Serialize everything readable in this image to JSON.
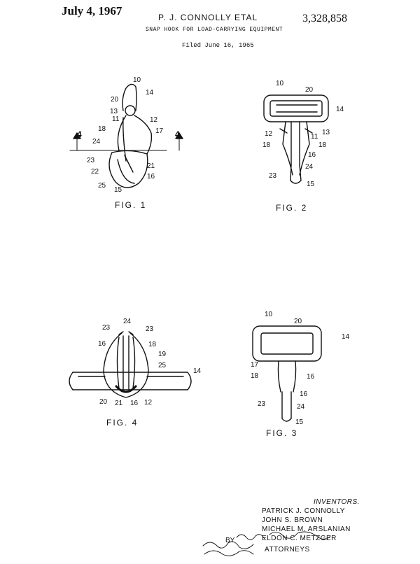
{
  "header": {
    "date": "July 4, 1967",
    "inventor_line": "P. J. CONNOLLY ETAL",
    "patent_number": "3,328,858",
    "title": "SNAP HOOK FOR LOAD-CARRYING EQUIPMENT",
    "filed": "Filed June 16, 1965"
  },
  "figures": {
    "fig1": {
      "label": "FIG. 1",
      "refs": [
        "10",
        "14",
        "20",
        "13",
        "11",
        "12",
        "18",
        "17",
        "4",
        "4",
        "24",
        "23",
        "21",
        "22",
        "16",
        "25",
        "15"
      ]
    },
    "fig2": {
      "label": "FIG. 2",
      "refs": [
        "10",
        "20",
        "14",
        "13",
        "12",
        "11",
        "18",
        "16",
        "18",
        "24",
        "23",
        "15"
      ]
    },
    "fig3": {
      "label": "FIG. 3",
      "refs": [
        "10",
        "20",
        "14",
        "17",
        "18",
        "16",
        "16",
        "23",
        "24",
        "15"
      ]
    },
    "fig4": {
      "label": "FIG. 4",
      "refs": [
        "24",
        "23",
        "23",
        "16",
        "18",
        "19",
        "25",
        "14",
        "20",
        "21",
        "16",
        "12"
      ]
    }
  },
  "signature": {
    "inventors_heading": "INVENTORS.",
    "inventors": [
      "PATRICK J. CONNOLLY",
      "JOHN S. BROWN",
      "MICHAEL M. ARSLANIAN",
      "ELDON C. METZGER"
    ],
    "by": "BY",
    "attorneys": "ATTORNEYS"
  }
}
